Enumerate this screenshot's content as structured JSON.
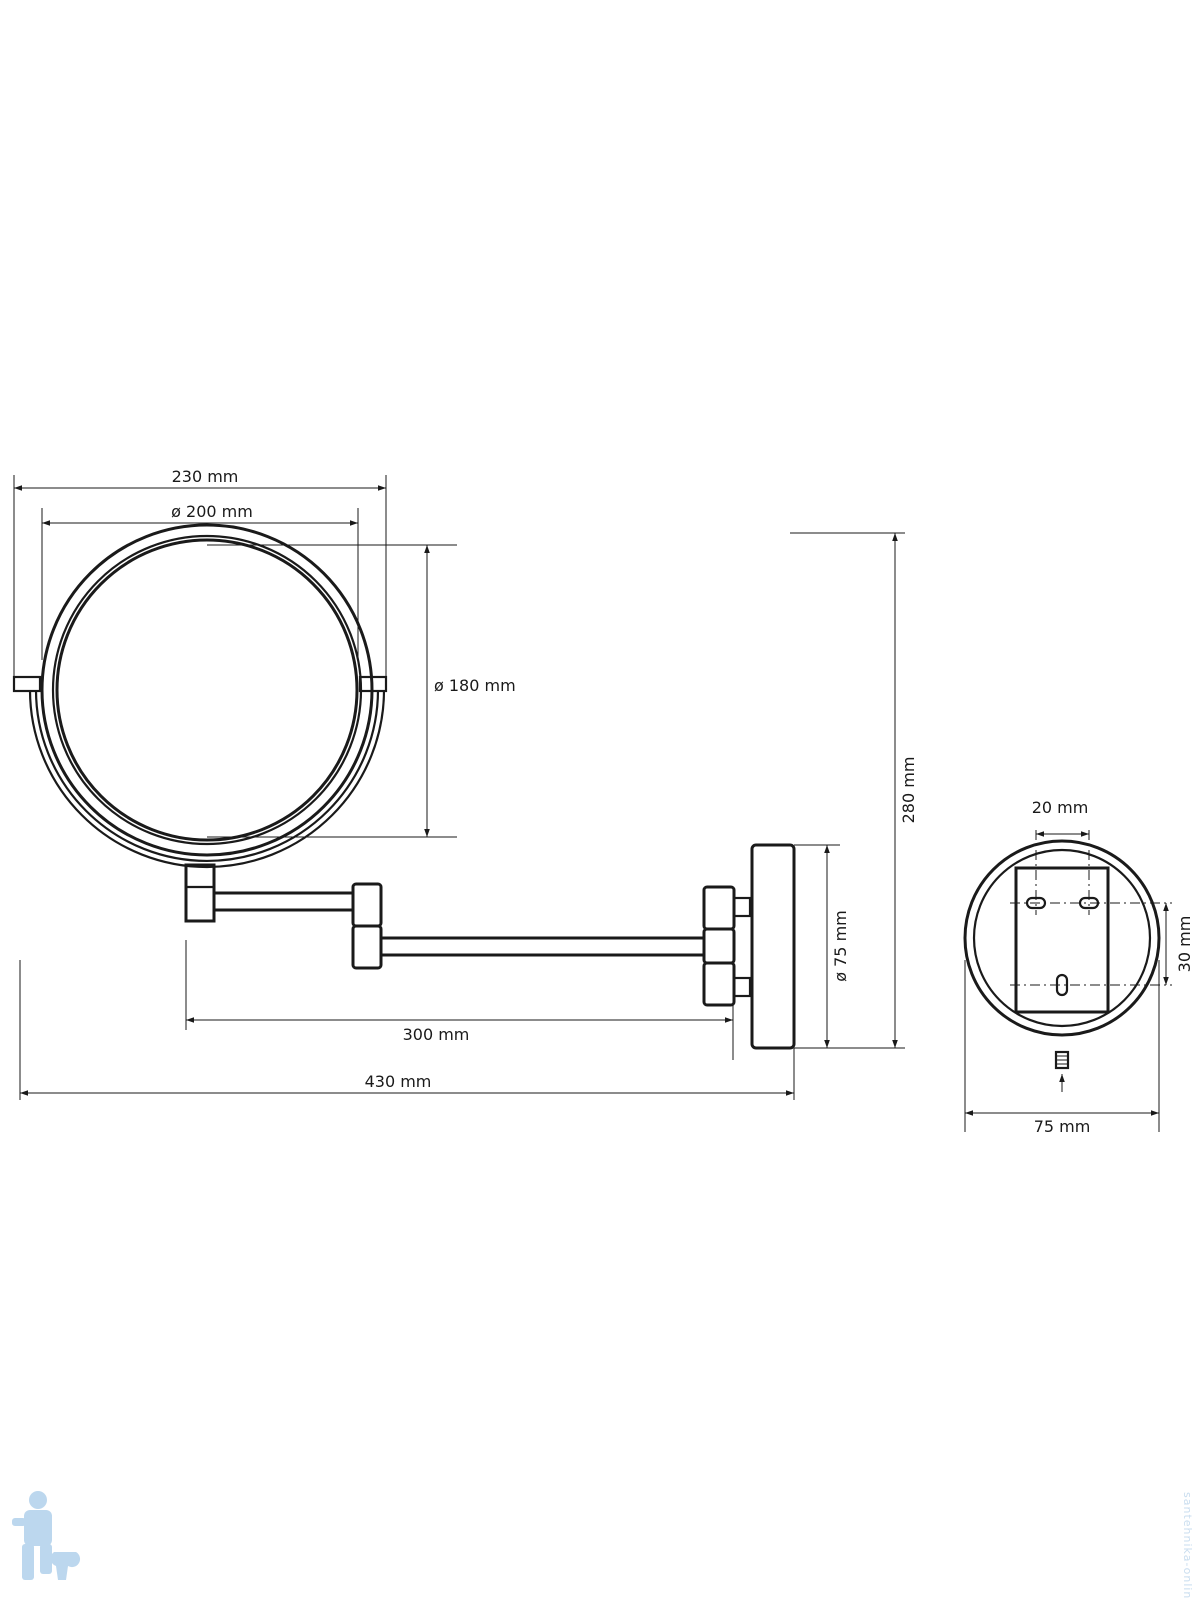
{
  "dimensions": {
    "overall_width": "230 mm",
    "mirror_diameter": "ø 200 mm",
    "glass_diameter": "ø 180 mm",
    "total_height": "280 mm",
    "base_diameter": "ø 75 mm",
    "arm_length": "300 mm",
    "total_length": "430 mm",
    "hole_spacing": "20 mm",
    "hole_vertical_spacing": "30 mm",
    "plate_diameter": "75 mm"
  },
  "watermark": {
    "text": "santehnika-online.ru"
  },
  "colors": {
    "line": "#1a1a1a",
    "watermark": "#bcd7ee"
  },
  "icons": [
    "plumber-logo"
  ]
}
